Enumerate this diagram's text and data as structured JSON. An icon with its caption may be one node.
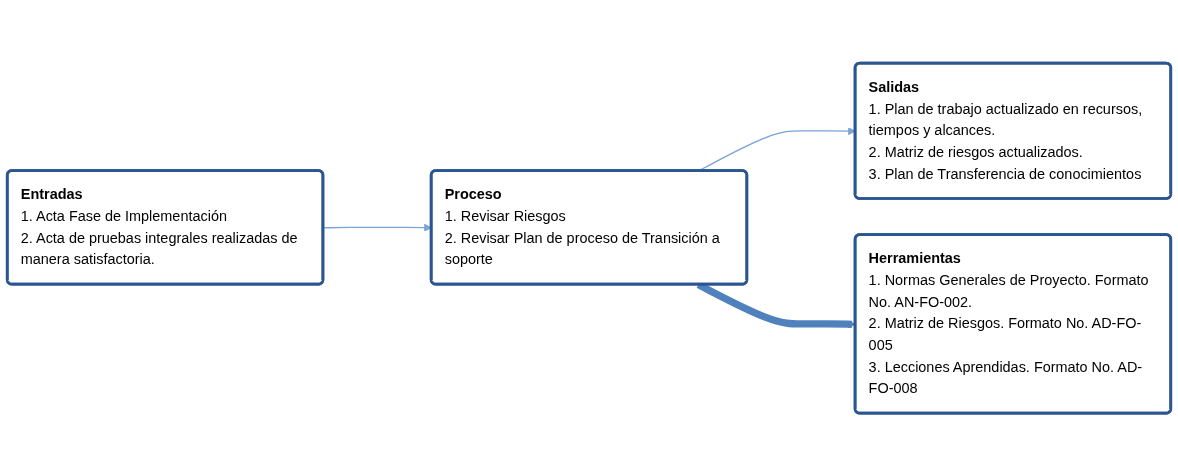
{
  "diagram": {
    "nodes": [
      {
        "text": [
          "Entradas",
          "1. Acta Fase de Implementación",
          "2. Acta de pruebas integrales realizadas de manera satisfactoria."
        ]
      },
      {
        "text": [
          "Proceso",
          "1. Revisar Riesgos",
          "2. Revisar Plan de proceso de Transición a soporte"
        ]
      },
      {
        "text": [
          "Salidas",
          "1. Plan de trabajo actualizado en recursos, tiempos y alcances.",
          "2. Matriz de riesgos actualizados.",
          "3. Plan de Transferencia de conocimientos"
        ]
      },
      {
        "text": [
          "Herramientas",
          "1. Normas Generales de Proyecto. Formato No. AN-FO-002.",
          "2. Matriz de Riesgos. Formato No. AD-FO-005",
          "3. Lecciones Aprendidas. Formato No. AD-FO-008"
        ]
      }
    ],
    "edges": [
      {
        "from": 0,
        "to": 1,
        "arrow": "to"
      },
      {
        "from": 1,
        "to": 2,
        "arrow": "to"
      },
      {
        "from": 1,
        "to": 3,
        "arrow": "to",
        "style": "thick",
        "color": "#4f81bd"
      }
    ]
  }
}
